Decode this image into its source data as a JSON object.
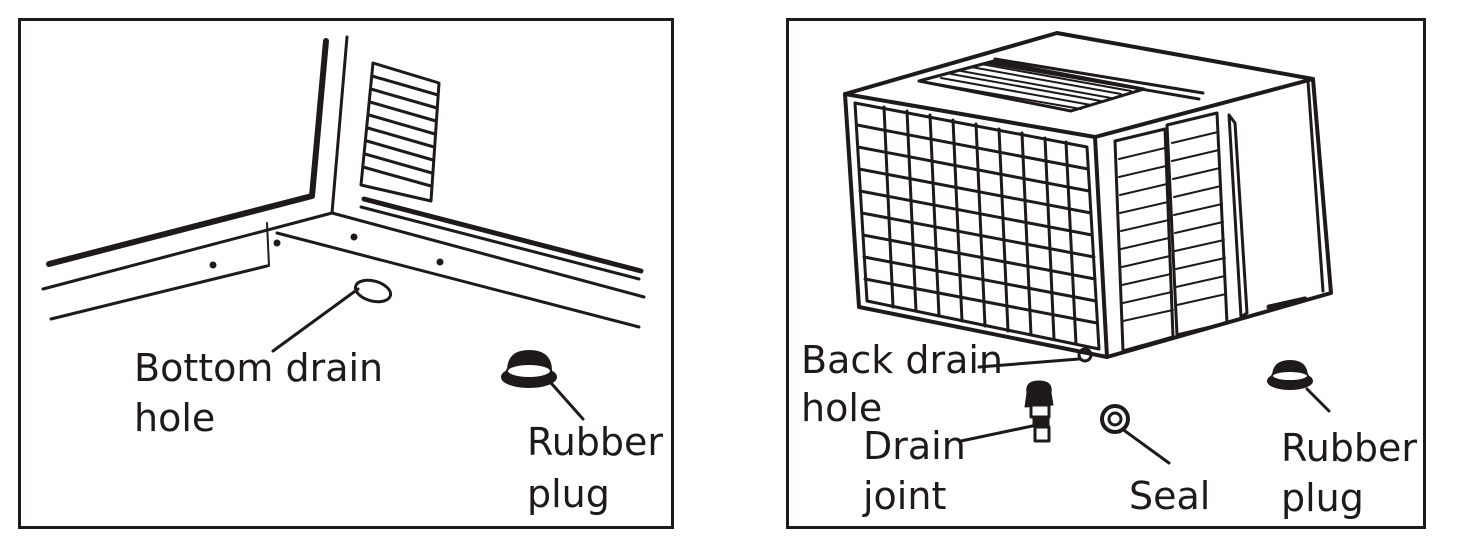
{
  "colors": {
    "ink": "#1e1a19",
    "background": "#ffffff"
  },
  "left_panel": {
    "label_bottom_drain_line1": "Bottom drain",
    "label_bottom_drain_line2": "hole",
    "label_rubber_plug_line1": "Rubber",
    "label_rubber_plug_line2": "plug"
  },
  "right_panel": {
    "label_back_drain_line1": "Back drain",
    "label_back_drain_line2": "hole",
    "label_drain_joint_line1": "Drain",
    "label_drain_joint_line2": "joint",
    "label_seal": "Seal",
    "label_rubber_plug_line1": "Rubber",
    "label_rubber_plug_line2": "plug"
  }
}
